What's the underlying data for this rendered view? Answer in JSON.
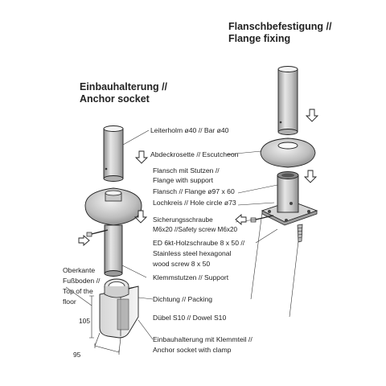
{
  "headings": {
    "flange_de": "Flanschbefestigung //",
    "flange_en": "Flange fixing",
    "anchor_de": "Einbauhalterung //",
    "anchor_en": "Anchor socket"
  },
  "labels": {
    "bar": "Leiterholm ø40 // Bar ø40",
    "escutcheon": "Abdeckrosette // Escutcheon",
    "flange_1": "Flansch mit Stutzen //",
    "flange_2": "Flange with support",
    "flange_3": "Flansch // Flange ø97 x 60",
    "flange_4": "Lochkreis // Hole circle ø73",
    "safety_1": "Sicherungsschraube",
    "safety_2": "M6x20 //Safety screw M6x20",
    "wood_1": "ED 6kt-Holzschraube 8 x 50 //",
    "wood_2": "Stainless steel hexagonal",
    "wood_3": "wood screw 8 x 50",
    "support": "Klemmstutzen // Support",
    "floor_1": "Oberkante",
    "floor_2": "Fußboden //",
    "floor_3": "Top of the",
    "floor_4": "floor",
    "packing": "Dichtung // Packing",
    "dowel": "Dübel S10 // Dowel S10",
    "clamp_1": "Einbauhalterung mit Klemmteil //",
    "clamp_2": "Anchor socket with clamp"
  },
  "dimensions": {
    "height": "105",
    "width": "95"
  },
  "colors": {
    "line": "#222222",
    "steel_dark": "#9a9a9a",
    "steel_mid": "#c8c8c8",
    "steel_light": "#ececec",
    "arrow_fill": "#ffffff"
  }
}
